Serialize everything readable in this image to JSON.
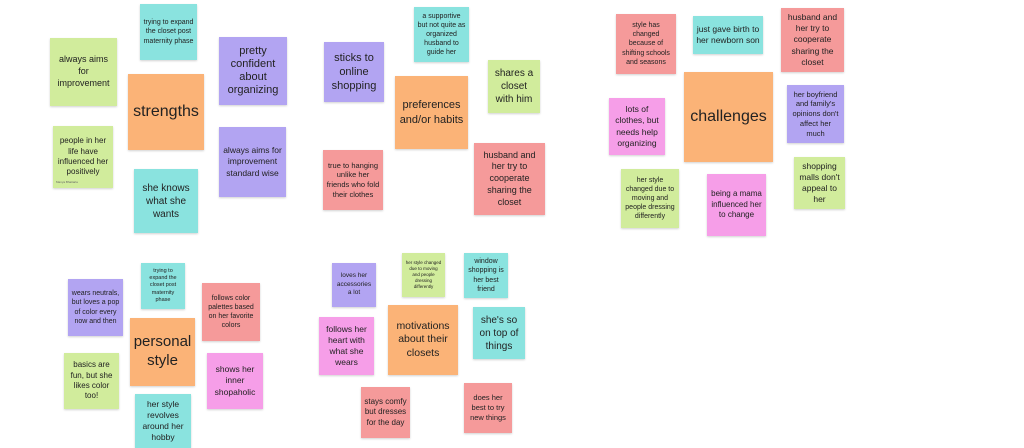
{
  "colors": {
    "green": "#d1ec9c",
    "teal": "#8ae3df",
    "purple": "#b2a4f2",
    "orange": "#fbb377",
    "red": "#f59a9a",
    "pink": "#f69ee8"
  },
  "strengths": {
    "title": "strengths",
    "notes": [
      "trying to expand the closet post maternity phase",
      "always aims for improvement",
      "pretty confident about organizing",
      "people in her life have influenced her positively",
      "always aims for improvement standard wise",
      "she knows what she wants"
    ],
    "signature": "Manya Bhattaria"
  },
  "preferences": {
    "title": "preferences and/or habits",
    "notes": [
      "a supportive but not quite as organized husband to guide her",
      "sticks to online shopping",
      "shares a closet with him",
      "true to hanging unlike her friends who fold their clothes",
      "husband and her try to cooperate sharing the closet"
    ]
  },
  "challenges": {
    "title": "challenges",
    "notes": [
      "style has changed because of shifting schools and seasons",
      "just gave birth to her newborn son",
      "husband and her try to cooperate sharing the closet",
      "lots of clothes, but needs help organizing",
      "her boyfriend and family's opinions don't affect her much",
      "her style changed due to moving and people dressing differently",
      "being a mama influenced her to change",
      "shopping malls don't appeal to her"
    ]
  },
  "personal_style": {
    "title": "personal style",
    "notes": [
      "trying to expand the closet post maternity phase",
      "wears neutrals, but loves a pop of color every now and then",
      "follows color palettes based on her favorite colors",
      "basics are fun, but she likes color too!",
      "shows her inner shopaholic",
      "her style revolves around her hobby"
    ]
  },
  "motivations": {
    "title": "motivations about their closets",
    "notes": [
      "loves her accessories a lot",
      "her style changed due to moving and people dressing differently",
      "window shopping is her best friend",
      "follows her heart with what she wears",
      "she's so on top of things",
      "stays comfy but dresses for the day",
      "does her best to try new things"
    ]
  }
}
